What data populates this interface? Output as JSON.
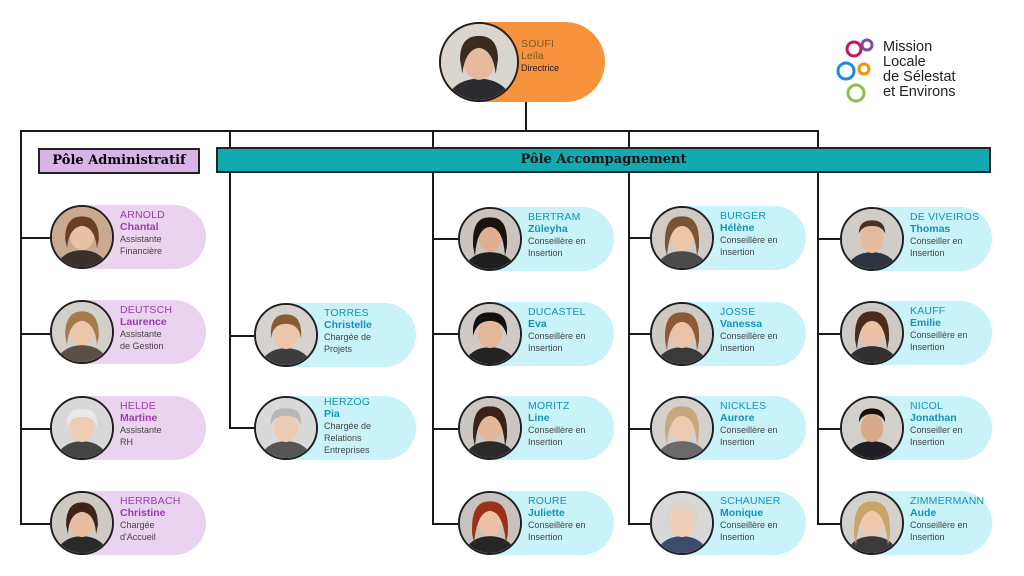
{
  "director": {
    "last": "SOUFI",
    "first": "Leïla",
    "role": "Directrice"
  },
  "logo": {
    "line1": "Mission",
    "line2": "Locale",
    "line3": "de Sélestat",
    "line4": "et Environs"
  },
  "poles": {
    "admin": "Pôle Administratif",
    "accomp": "Pôle Accompagnement"
  },
  "admin": [
    {
      "last": "ARNOLD",
      "first": "Chantal",
      "role1": "Assistante",
      "role2": "Financière"
    },
    {
      "last": "DEUTSCH",
      "first": "Laurence",
      "role1": "Assistante",
      "role2": "de Gestion"
    },
    {
      "last": "HELDE",
      "first": "Martine",
      "role1": "Assistante",
      "role2": "RH"
    },
    {
      "last": "HERRBACH",
      "first": "Christine",
      "role1": "Chargée",
      "role2": "d'Accueil"
    }
  ],
  "col2": [
    {
      "last": "TORRES",
      "first": "Christelle",
      "role1": "Chargée de",
      "role2": "Projets"
    },
    {
      "last": "HERZOG",
      "first": "Pia",
      "role1": "Chargée de",
      "role2": "Relations",
      "role3": "Entreprises"
    }
  ],
  "col3": [
    {
      "last": "BERTRAM",
      "first": "Züleyha",
      "role1": "Conseillère en",
      "role2": "Insertion"
    },
    {
      "last": "DUCASTEL",
      "first": "Eva",
      "role1": "Conseillère en",
      "role2": "Insertion"
    },
    {
      "last": "MORITZ",
      "first": "Line",
      "role1": "Conseillère en",
      "role2": "Insertion"
    },
    {
      "last": "ROURE",
      "first": "Juliette",
      "role1": "Conseillère en",
      "role2": "Insertion"
    }
  ],
  "col4": [
    {
      "last": "BURGER",
      "first": "Hélène",
      "role1": "Conseillère en",
      "role2": "Insertion"
    },
    {
      "last": "JOSSE",
      "first": "Vanessa",
      "role1": "Conseillère en",
      "role2": "Insertion"
    },
    {
      "last": "NICKLES",
      "first": "Aurore",
      "role1": "Conseillère en",
      "role2": "Insertion"
    },
    {
      "last": "SCHAUNER",
      "first": "Monique",
      "role1": "Conseillère en",
      "role2": "Insertion"
    }
  ],
  "col5": [
    {
      "last": "DE VIVEIROS",
      "first": "Thomas",
      "role1": "Conseiller en",
      "role2": "Insertion"
    },
    {
      "last": "KAUFF",
      "first": "Emilie",
      "role1": "Conseillère en",
      "role2": "Insertion"
    },
    {
      "last": "NICOL",
      "first": "Jonathan",
      "role1": "Conseiller en",
      "role2": "Insertion"
    },
    {
      "last": "ZIMMERMANN",
      "first": "Aude",
      "role1": "Conseillère en",
      "role2": "Insertion"
    }
  ],
  "colors": {
    "admin_bg": "#ead3ee",
    "accomp_bg": "#c9f3f8",
    "director_bg": "#f7923d",
    "accomp_bar": "#12a9b0",
    "admin_label": "#d9b3e8"
  }
}
